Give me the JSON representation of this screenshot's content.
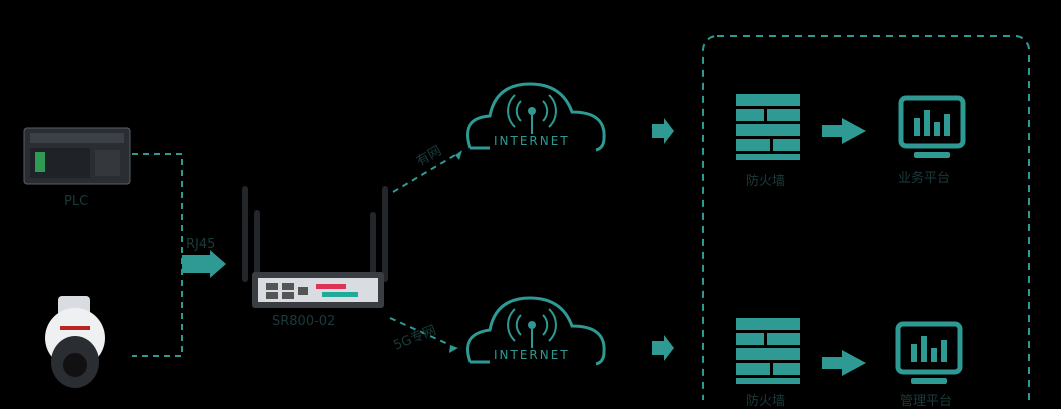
{
  "devices": {
    "plc_label": "PLC",
    "router_label": "SR800-02"
  },
  "links": {
    "rj45_label": "RJ45",
    "wired_label": "有网",
    "g5_label": "5G专网"
  },
  "clouds": {
    "top_text": "INTERNET",
    "bottom_text": "INTERNET"
  },
  "targets": {
    "firewall_top_label": "防火墙",
    "platform_top_label": "业务平台",
    "firewall_bottom_label": "防火墙",
    "platform_bottom_label": "管理平台"
  },
  "colors": {
    "accent": "#2e9a93",
    "dashed": "#2e9a93",
    "text": "#1b3a3a"
  }
}
